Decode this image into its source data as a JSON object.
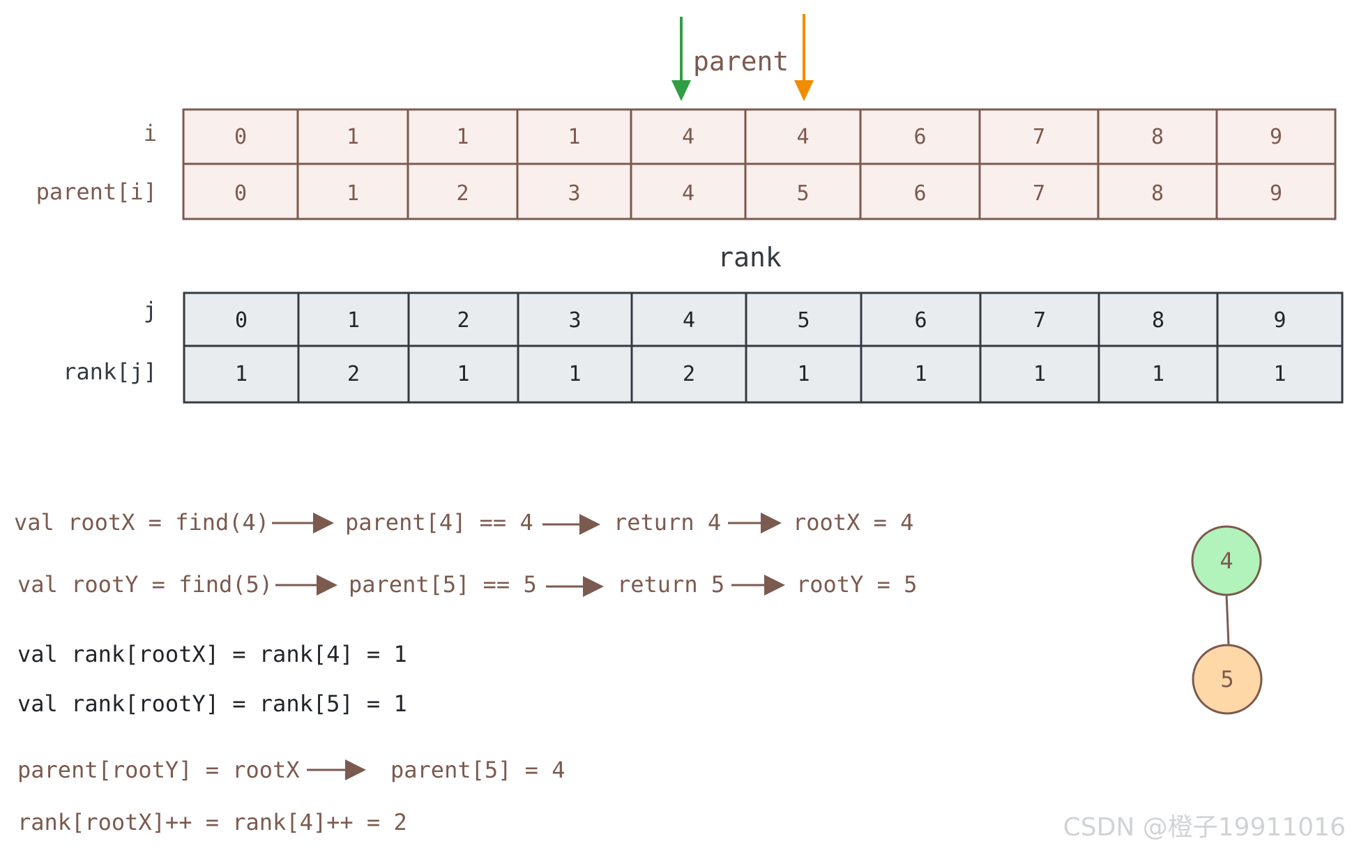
{
  "parent_title": "parent",
  "rank_title": "rank",
  "parent_table": {
    "row_labels": [
      "i",
      "parent[i]"
    ],
    "i_values": [
      "0",
      "1",
      "1",
      "1",
      "4",
      "4",
      "6",
      "7",
      "8",
      "9"
    ],
    "parent_values": [
      "0",
      "1",
      "2",
      "3",
      "4",
      "5",
      "6",
      "7",
      "8",
      "9"
    ]
  },
  "rank_table": {
    "row_labels": [
      "j",
      "rank[j]"
    ],
    "j_values": [
      "0",
      "1",
      "2",
      "3",
      "4",
      "5",
      "6",
      "7",
      "8",
      "9"
    ],
    "rank_values": [
      "1",
      "2",
      "1",
      "1",
      "2",
      "1",
      "1",
      "1",
      "1",
      "1"
    ]
  },
  "flow_x": [
    "val rootX = find(4)",
    "parent[4] == 4",
    "return 4",
    "rootX = 4"
  ],
  "flow_y": [
    "val rootY = find(5)",
    "parent[5] == 5",
    "return 5",
    "rootY = 5"
  ],
  "rank_lines": [
    "val rank[rootX] = rank[4] = 1",
    "val rank[rootY] = rank[5] = 1"
  ],
  "union_line": [
    "parent[rootY] = rootX",
    "parent[5] = 4"
  ],
  "rank_inc_line": "rank[rootX]++ = rank[4]++ = 2",
  "tree": {
    "root": "4",
    "child": "5"
  },
  "watermark": "CSDN @橙子19911016",
  "colors": {
    "brown": "#7b5a4f",
    "green_arrow": "#2f9e44",
    "orange_arrow": "#f08c00",
    "parent_fill": "#f9efec",
    "rank_fill": "#e9ecef",
    "rank_border": "#343a40",
    "node_root_fill": "#b2f2bb",
    "node_child_fill": "#ffd8a8"
  }
}
